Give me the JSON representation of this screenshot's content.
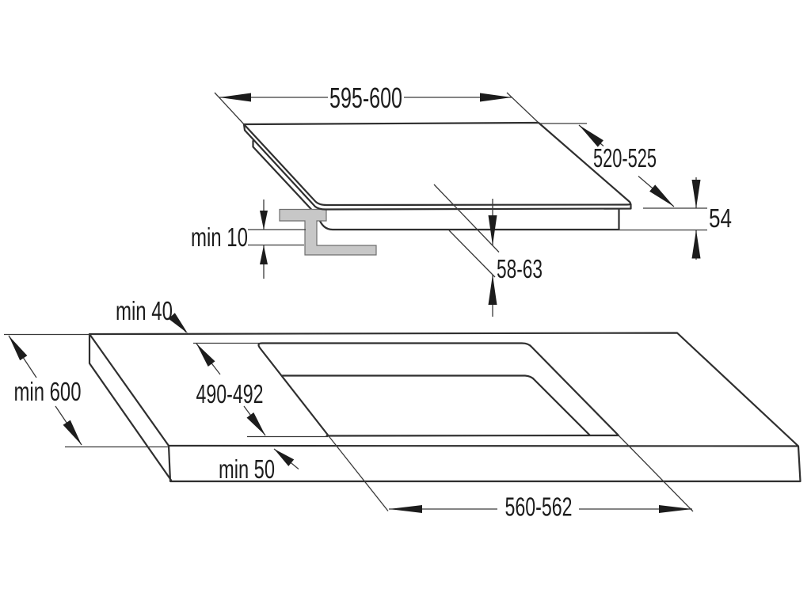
{
  "figure": {
    "background": "#ffffff",
    "line_color": "#2f2f2f",
    "dim_line_color": "#3a3a3a",
    "text_color": "#1c1c1c",
    "bracket_fill": "#c7c7c7",
    "labels": {
      "hob_width": "595-600",
      "hob_depth": "520-525",
      "hob_height": "54",
      "hob_install_depth": "58-63",
      "clearance_below_hob": "min 10",
      "rear_clearance": "min 40",
      "worktop_depth": "min 600",
      "cutout_depth": "490-492",
      "front_clearance": "min 50",
      "cutout_width": "560-562"
    }
  }
}
